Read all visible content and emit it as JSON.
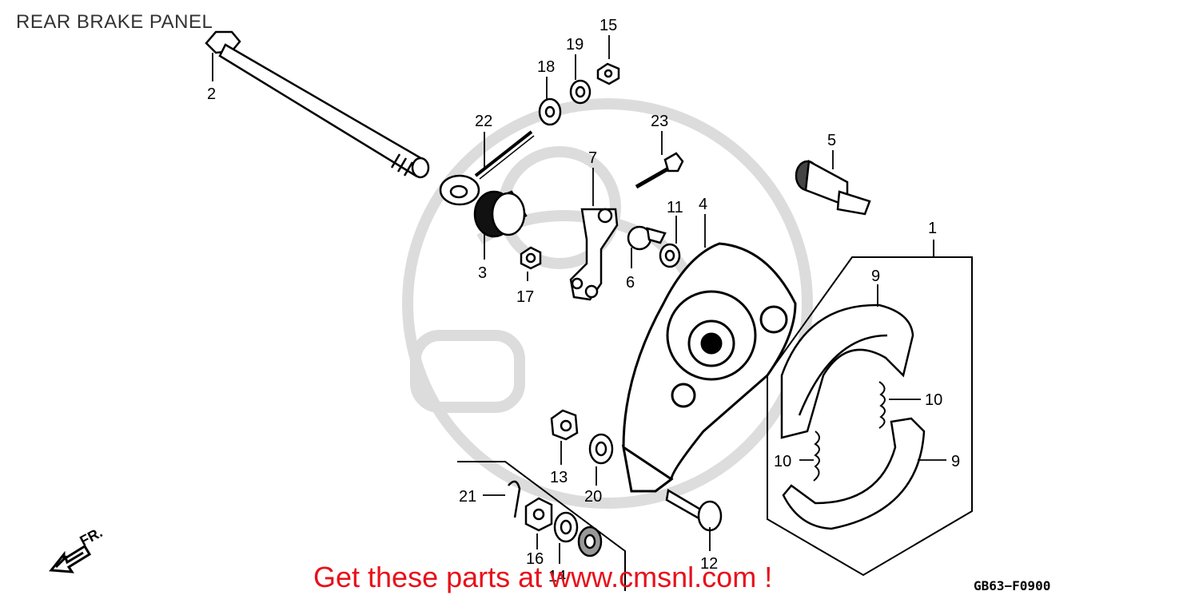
{
  "title": "REAR BRAKE PANEL",
  "promo_text": "Get these parts at www.cmsnl.com !",
  "diagram_code": "GB63−F0900",
  "direction_label": "FR.",
  "callouts": [
    {
      "id": "1",
      "text": "1"
    },
    {
      "id": "2",
      "text": "2"
    },
    {
      "id": "3",
      "text": "3"
    },
    {
      "id": "4",
      "text": "4"
    },
    {
      "id": "5",
      "text": "5"
    },
    {
      "id": "6",
      "text": "6"
    },
    {
      "id": "7",
      "text": "7"
    },
    {
      "id": "9a",
      "text": "9"
    },
    {
      "id": "9b",
      "text": "9"
    },
    {
      "id": "10a",
      "text": "10"
    },
    {
      "id": "10b",
      "text": "10"
    },
    {
      "id": "11",
      "text": "11"
    },
    {
      "id": "12",
      "text": "12"
    },
    {
      "id": "13",
      "text": "13"
    },
    {
      "id": "14",
      "text": "14"
    },
    {
      "id": "15",
      "text": "15"
    },
    {
      "id": "16",
      "text": "16"
    },
    {
      "id": "17",
      "text": "17"
    },
    {
      "id": "18",
      "text": "18"
    },
    {
      "id": "19",
      "text": "19"
    },
    {
      "id": "20",
      "text": "20"
    },
    {
      "id": "21",
      "text": "21"
    },
    {
      "id": "22",
      "text": "22"
    },
    {
      "id": "23",
      "text": "23"
    }
  ]
}
